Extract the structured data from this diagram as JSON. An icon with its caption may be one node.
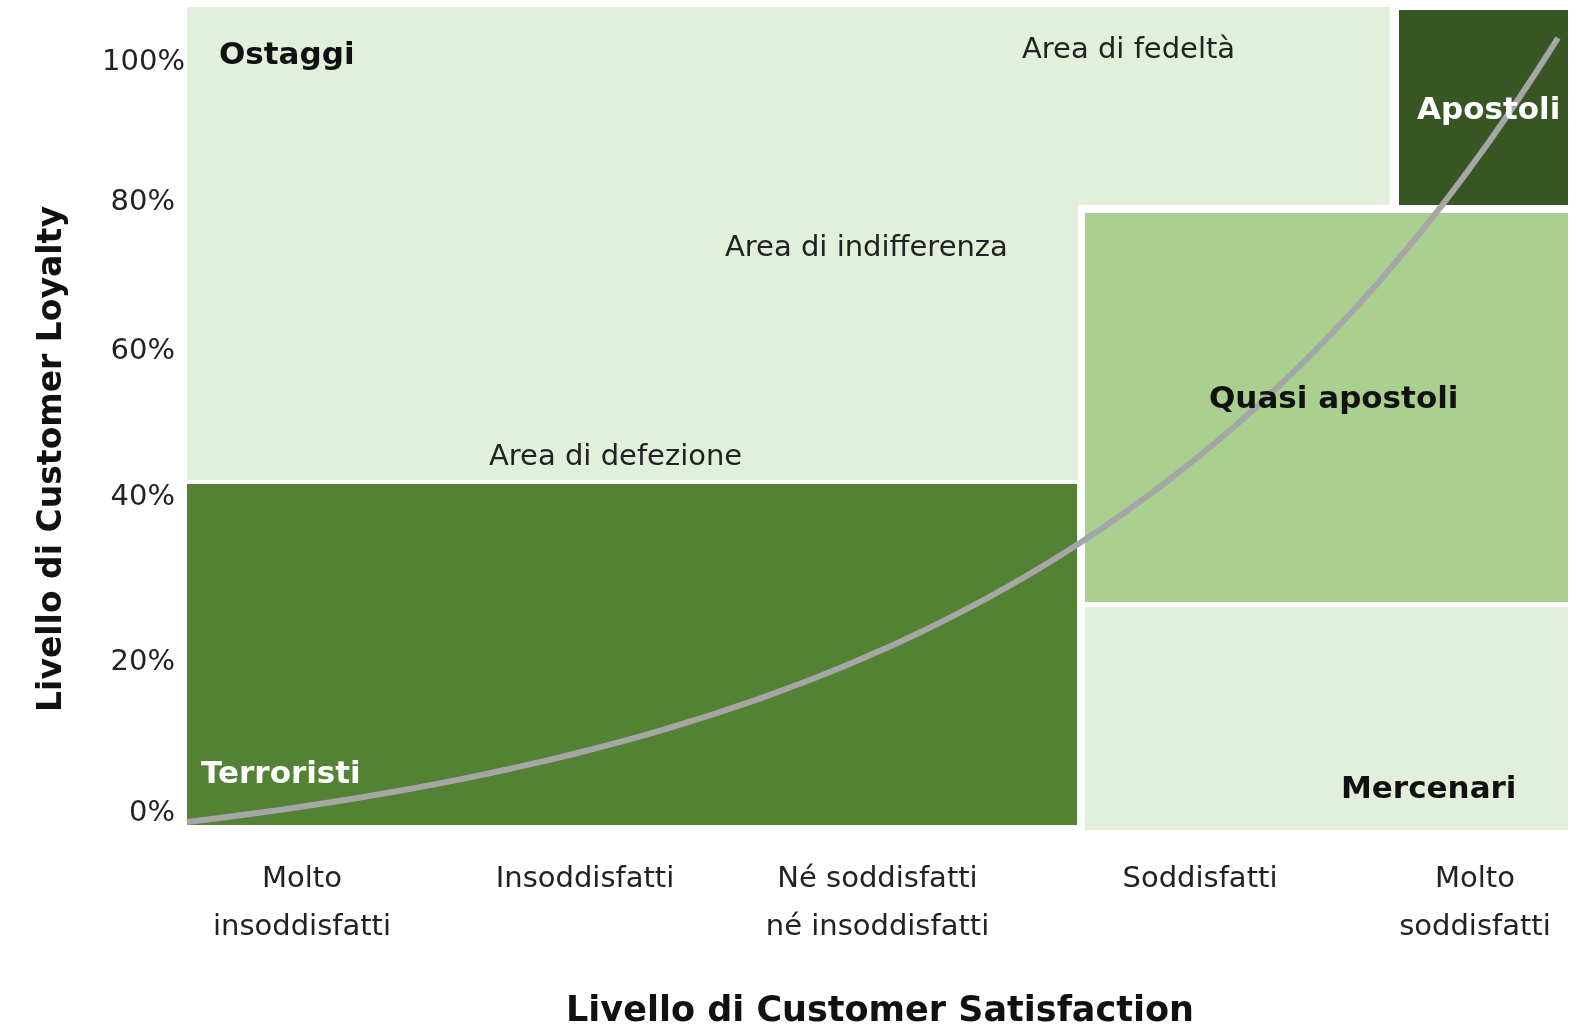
{
  "diagram": {
    "nodes": [
      {
        "text": [
          "Ostaggi"
        ]
      },
      {
        "text": [
          "Terroristi"
        ]
      },
      {
        "text": [
          "Apostoli"
        ]
      },
      {
        "text": [
          "Quasi apostoli"
        ]
      },
      {
        "text": [
          "Mercenari"
        ]
      }
    ],
    "labels": [
      "100%",
      "Area di fedeltà",
      "80%",
      "Area di indifferenza",
      "60%",
      "Area di defezione",
      "40%",
      "20%",
      "0%",
      "Molto insoddisfatti",
      "Insoddisfatti",
      "Né soddisfatti né insoddisfatti",
      "Soddisfatti",
      "Molto soddisfatti",
      "Livello di Customer Satisfaction",
      "Livello di Customer Loyalty"
    ]
  }
}
